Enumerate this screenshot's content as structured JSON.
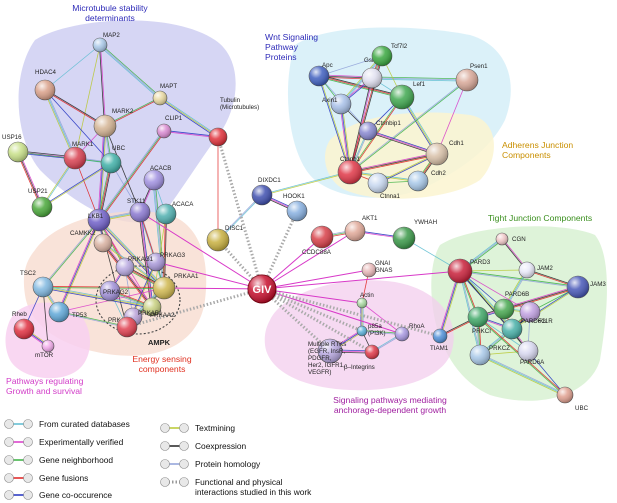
{
  "groups": {
    "microtubule": {
      "title": "Microtubule stability\ndeterminants",
      "color": "#2d2ab8",
      "fill": "#c8c8f0"
    },
    "wnt": {
      "title": "Wnt Signaling\nPathway\nProteins",
      "color": "#2d2ab8",
      "fill": "#d2eef8"
    },
    "adherens": {
      "title": "Adherens Junction\nComponents",
      "color": "#c98f00",
      "fill": "#fbf4d0"
    },
    "tight": {
      "title": "Tight Junction Components",
      "color": "#3a8f1e",
      "fill": "#d6f0cf"
    },
    "energy": {
      "title": "Energy sensing\ncomponents",
      "color": "#e03020",
      "fill": "#f8dccf"
    },
    "pathways": {
      "title": "Pathways regulating\nGrowth and survival",
      "color": "#d23cc8",
      "fill": "#f8d0f0"
    },
    "signaling": {
      "title": "Signaling pathways mediating\nanchorage-dependent growth",
      "color": "#a020a0",
      "fill": "#f3cdee"
    }
  },
  "center_node": {
    "label": "GIV",
    "color": "#c8102e"
  },
  "ampk_label": "AMPK",
  "nodes": [
    {
      "id": "MAP2",
      "label": "MAP2",
      "color": "#a9c8e8"
    },
    {
      "id": "HDAC4",
      "label": "HDAC4",
      "color": "#d9a089"
    },
    {
      "id": "MAPT",
      "label": "MAPT",
      "color": "#e8d8a0"
    },
    {
      "id": "MARK2",
      "label": "MARK2",
      "color": "#d4b494"
    },
    {
      "id": "CLIP1",
      "label": "CLIP1",
      "color": "#d98ad1"
    },
    {
      "id": "Tubulin",
      "label": "Tubulin\n(Microtubules)",
      "color": "#e0303a"
    },
    {
      "id": "USP16",
      "label": "USP16",
      "color": "#c8e088"
    },
    {
      "id": "MARK1",
      "label": "MARK1",
      "color": "#d84050"
    },
    {
      "id": "UBC_L",
      "label": "UBC",
      "color": "#40b0a8"
    },
    {
      "id": "USP21",
      "label": "USP21",
      "color": "#4aa83a"
    },
    {
      "id": "ACACB",
      "label": "ACACB",
      "color": "#a090e0"
    },
    {
      "id": "DIXDC1",
      "label": "DIXDC1",
      "color": "#4050b0"
    },
    {
      "id": "LKB1",
      "label": "LKB1",
      "color": "#7060c8"
    },
    {
      "id": "STK11",
      "label": "STK11",
      "color": "#8a78d0"
    },
    {
      "id": "ACACA",
      "label": "ACACA",
      "color": "#50b0b0"
    },
    {
      "id": "HOOK1",
      "label": "HOOK1",
      "color": "#88b0e0"
    },
    {
      "id": "CAMKK2",
      "label": "CAMKK2",
      "color": "#d8b0a0"
    },
    {
      "id": "DISC1",
      "label": "DISC1",
      "color": "#c8b040"
    },
    {
      "id": "PRKAG3",
      "label": "PRKAG3",
      "color": "#a898d8"
    },
    {
      "id": "PRKAG1",
      "label": "PRKAG1",
      "color": "#b8a8e0"
    },
    {
      "id": "TSC2",
      "label": "TSC2",
      "color": "#80b8e0"
    },
    {
      "id": "PRKAA1",
      "label": "PRKAA1",
      "color": "#d0b850"
    },
    {
      "id": "PRKAG2",
      "label": "PRKAG2",
      "color": "#a090d8"
    },
    {
      "id": "PRKAA2",
      "label": "PRKAA2",
      "color": "#c8d080"
    },
    {
      "id": "TP53",
      "label": "TP53",
      "color": "#60a8d8"
    },
    {
      "id": "PRKAB2",
      "label": "PRKAB2",
      "color": "#b8a0d8"
    },
    {
      "id": "PRKAB1",
      "label": "PRKAB1",
      "color": "#e04050"
    },
    {
      "id": "Rheb",
      "label": "Rheb",
      "color": "#e03040"
    },
    {
      "id": "mTOR",
      "label": "mTOR",
      "color": "#f0a8e8"
    },
    {
      "id": "Apc",
      "label": "Apc",
      "color": "#4060c0"
    },
    {
      "id": "Gsk3b",
      "label": "Gsk3b",
      "color": "#e0e0f0"
    },
    {
      "id": "Tcf7l2",
      "label": "Tcf7l2",
      "color": "#3aa840"
    },
    {
      "id": "Lef1",
      "label": "Lef1",
      "color": "#40a850"
    },
    {
      "id": "Psen1",
      "label": "Psen1",
      "color": "#d8a898"
    },
    {
      "id": "Axin1",
      "label": "Axin1",
      "color": "#a8c0e8"
    },
    {
      "id": "Ctnnbip1",
      "label": "Ctnnbip1",
      "color": "#8888d0"
    },
    {
      "id": "Cdh1",
      "label": "Cdh1",
      "color": "#d8c0a8"
    },
    {
      "id": "Ctnnb1",
      "label": "Ctnnb1",
      "color": "#e03848"
    },
    {
      "id": "Ctnna1",
      "label": "Ctnna1",
      "color": "#c8d8f0"
    },
    {
      "id": "Cdh2",
      "label": "Cdh2",
      "color": "#a8c8e8"
    },
    {
      "id": "AKT1",
      "label": "AKT1",
      "color": "#e0a898"
    },
    {
      "id": "YWHAH",
      "label": "YWHAH",
      "color": "#3a9848"
    },
    {
      "id": "CCDC88A",
      "label": "CCDC88A",
      "color": "#d84048"
    },
    {
      "id": "GNAI",
      "label": "GNAI\nGNAS",
      "color": "#e8b8b8"
    },
    {
      "id": "Actin",
      "label": "Actin",
      "color": "#a8d8a0"
    },
    {
      "id": "p85a",
      "label": "p85a\n(PI3K)",
      "color": "#5ab0d8"
    },
    {
      "id": "RhoA",
      "label": "RhoA",
      "color": "#a898e0"
    },
    {
      "id": "RTKs",
      "label": "Multiple RTKs\n(EGFR, InsR,\nPDGFR,\nHer2, IGFR1,\nVEGFR)",
      "color": "#b8a8e0"
    },
    {
      "id": "Integrins",
      "label": "β–Integrins",
      "color": "#e03848"
    },
    {
      "id": "CGN",
      "label": "CGN",
      "color": "#f0c8c8"
    },
    {
      "id": "JAM2",
      "label": "JAM2",
      "color": "#e8e8f8"
    },
    {
      "id": "PARD3",
      "label": "PARD3",
      "color": "#c8203a"
    },
    {
      "id": "PARD6B",
      "label": "PARD6B",
      "color": "#48a850"
    },
    {
      "id": "JAM3",
      "label": "JAM3",
      "color": "#4858b8"
    },
    {
      "id": "F11R",
      "label": "F11R",
      "color": "#c0a0e0"
    },
    {
      "id": "PRKCI",
      "label": "PRKCI",
      "color": "#40a868"
    },
    {
      "id": "PARD6G",
      "label": "PARD6G",
      "color": "#48b0a8"
    },
    {
      "id": "TIAM1",
      "label": "TIAM1",
      "color": "#5090d8"
    },
    {
      "id": "PARD6A",
      "label": "PARD6A",
      "color": "#d8d8f0"
    },
    {
      "id": "PRKCZ",
      "label": "PRKCZ",
      "color": "#a8c8e8"
    },
    {
      "id": "UBC_R",
      "label": "UBC",
      "color": "#e0a090"
    }
  ],
  "legend": [
    {
      "label": "From curated databases",
      "color": "#5cbcd0",
      "style": "solid"
    },
    {
      "label": "Experimentally verified",
      "color": "#d838c8",
      "style": "solid"
    },
    {
      "label": "Gene neighborhood",
      "color": "#38b040",
      "style": "solid"
    },
    {
      "label": "Gene fusions",
      "color": "#e02020",
      "style": "solid"
    },
    {
      "label": "Gene co-occurence",
      "color": "#2030c0",
      "style": "solid"
    },
    {
      "label": "Textmining",
      "color": "#b8c830",
      "style": "solid"
    },
    {
      "label": "Coexpression",
      "color": "#222222",
      "style": "solid"
    },
    {
      "label": "Protein homology",
      "color": "#8fa0d8",
      "style": "solid"
    },
    {
      "label": "Functional and physical\ninteractions studied in this work",
      "color": "#999999",
      "style": "dotted"
    }
  ]
}
